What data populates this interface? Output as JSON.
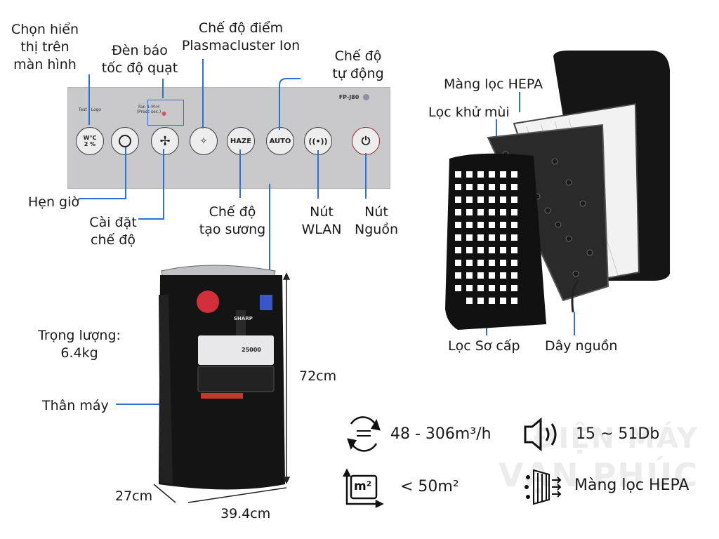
{
  "panel": {
    "model": "FP-J80",
    "test_logo": "Test - Logo",
    "fan_text": "Fan 1-M-H\n(Press sec.)",
    "temp_button": "W°C\n2 %",
    "haze_button": "HAZE",
    "auto_button": "AUTO"
  },
  "labels": {
    "display_select": "Chọn hiển\nthị trên\nmàn hình",
    "fan_indicator": "Đèn báo\ntốc độ quạt",
    "plasmacluster": "Chế độ điểm\nPlasmacluster Ion",
    "auto_mode": "Chế độ\ntự động",
    "timer": "Hẹn giờ",
    "mode_setting": "Cài đặt\nchế độ",
    "mist_mode": "Chế độ\ntạo sương",
    "wlan_button": "Nút\nWLAN",
    "power_button": "Nút\nNguồn",
    "hepa_filter": "Màng lọc HEPA",
    "deodorizing_filter": "Lọc khử mùi",
    "pre_filter": "Lọc Sơ cấp",
    "power_cord": "Dây nguồn",
    "weight": "Trọng lượng:\n6.4kg",
    "body": "Thân máy",
    "height": "72cm",
    "depth": "27cm",
    "width": "39.4cm"
  },
  "device_text": {
    "brand": "SHARP",
    "sticker_value": "25000"
  },
  "specs": {
    "airflow": "48 - 306m³/h",
    "noise": "15 ~ 51Db",
    "area": "< 50m²",
    "area_icon_text": "m²",
    "filter": "Màng lọc HEPA"
  },
  "watermark": {
    "line1": "ĐIỆN MÁY",
    "line2": "VẠN PHÚC"
  },
  "colors": {
    "leader_line": "#2f6fd6",
    "device_body": "#111111",
    "panel": "#c9c9cb"
  }
}
